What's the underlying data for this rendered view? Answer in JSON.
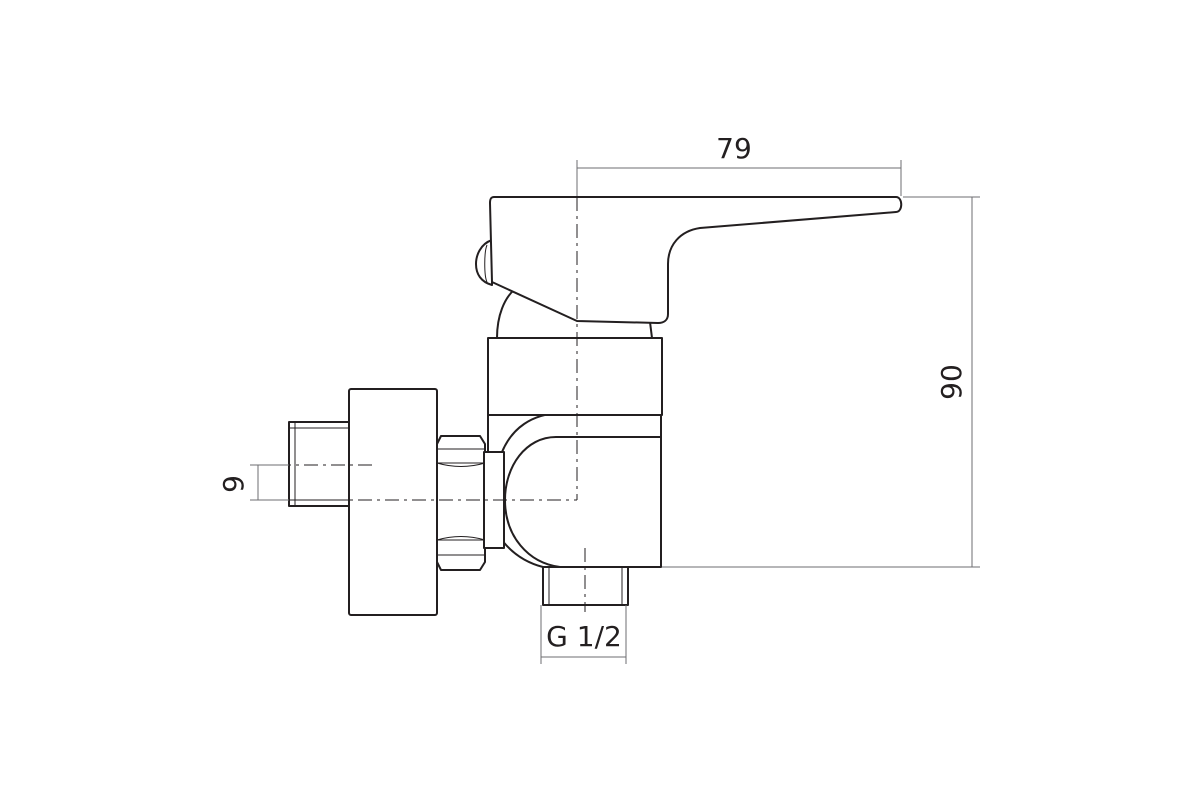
{
  "colors": {
    "line": "#231f20",
    "dimension_line": "#6d6e71",
    "background": "#ffffff"
  },
  "dimensions": {
    "lever_reach": "79",
    "total_height": "90",
    "eccentric_offset": "9",
    "outlet_thread": "G 1/2"
  }
}
